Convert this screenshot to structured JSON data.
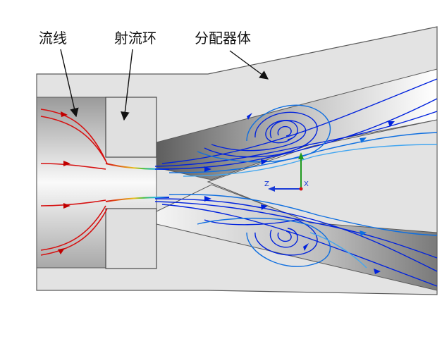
{
  "labels": {
    "streamline": "流线",
    "jet_ring": "射流环",
    "distributor_body": "分配器体"
  },
  "axis_triad": {
    "z": "Z",
    "x": "X"
  },
  "colors": {
    "body_fill": "#e3e3e3",
    "shade_dark": "#8c8c8c",
    "streamline_fast": "#0022dd",
    "streamline_medium": "#0f6fe0",
    "streamline_slow": "#43a6f0",
    "inlet_red": "#d61010",
    "axis_green": "#1f9a1f",
    "axis_blue": "#1a3bd6",
    "axis_red": "#d01818"
  },
  "icons": [
    "arrow-annotation-icon",
    "axis-triad-icon"
  ]
}
